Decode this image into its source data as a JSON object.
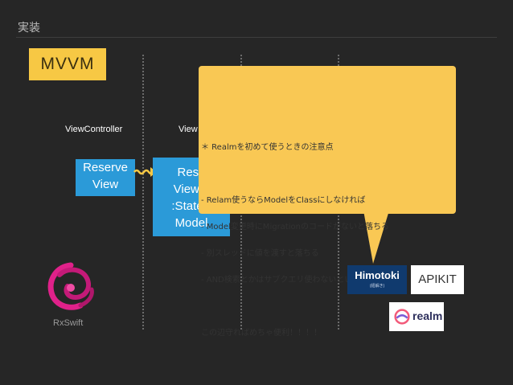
{
  "header": {
    "title": "実装"
  },
  "badge": {
    "label": "MVVM"
  },
  "columns": {
    "view_controller": "ViewController",
    "view_model_partial": "View"
  },
  "boxes": {
    "reserve_view": [
      "Reserve",
      "View"
    ],
    "reserve_view_model": [
      "Rese",
      "ViewM",
      ":StateV",
      "Model"
    ]
  },
  "callout": {
    "lines": [
      "＊ Realmを初めて使うときの注意点",
      "",
      "- Relam使うならModelをClassにしなければ",
      "- Model変更時にMigrationのコードがないと落ちる",
      "- 別スレッドに値を渡すと落ちる",
      "- AND検索とかはサブクエリ使わないといけない",
      "",
      "この辺守ればめちゃ便利！！！！"
    ]
  },
  "logos": {
    "rxswift_label": "RxSwift",
    "himotoki_name": "Himotoki",
    "himotoki_sub": "(紐解き)",
    "apikit": "APIKIT",
    "realm": "realm"
  },
  "colors": {
    "background": "#262626",
    "accent_yellow": "#f7c844",
    "box_blue": "#2b9ad8",
    "rx_pink": "#e0218a"
  },
  "icons": {
    "rx": "rxswift-logo-icon",
    "realm": "realm-logo-icon",
    "arrow": "wavy-arrow-icon"
  }
}
